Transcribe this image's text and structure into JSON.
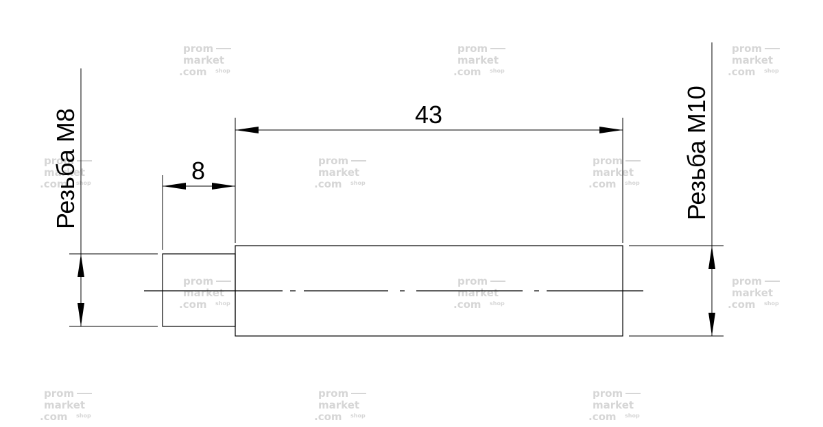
{
  "drawing": {
    "dimensions": {
      "left_thread": "Резьба М8",
      "right_thread": "Резьба М10",
      "short_length": "8",
      "long_length": "43"
    },
    "watermark": {
      "line1": "prom",
      "line2": "market",
      "line3": ".com",
      "suffix": "shop"
    },
    "colors": {
      "line": "#000000",
      "watermark": "#d6d6d6",
      "background": "#ffffff"
    }
  }
}
